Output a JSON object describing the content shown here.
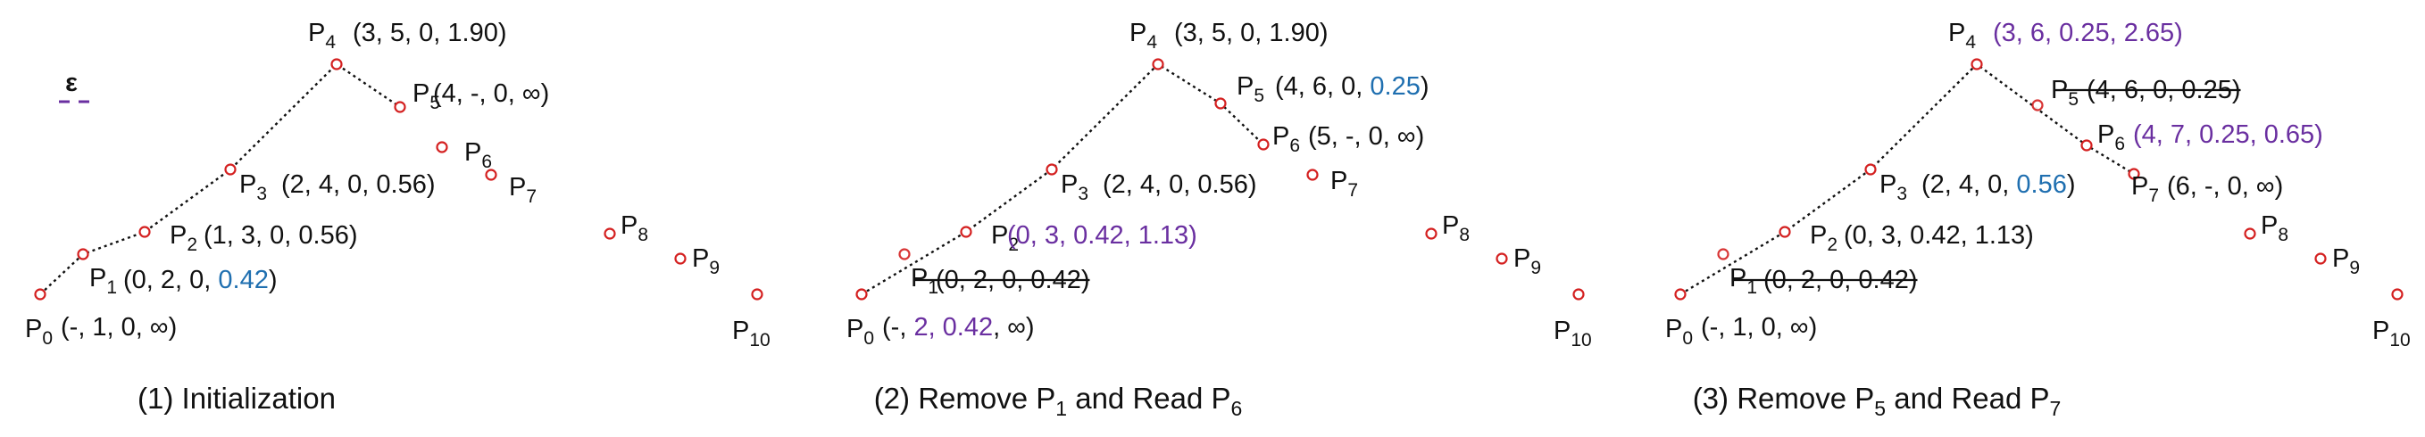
{
  "colors": {
    "black": "#111111",
    "blue": "#1f6fb0",
    "purple": "#6a2fa0",
    "point": "#d42020"
  },
  "epsilon_label": "ε",
  "panels": [
    {
      "caption": {
        "prefix": "(1) Initialization",
        "parts": []
      },
      "points": [
        {
          "name": "P",
          "sub": "0",
          "tuple": [
            {
              "t": "(-, 1, 0, ∞)",
              "c": "black"
            }
          ]
        },
        {
          "name": "P",
          "sub": "1",
          "tuple": [
            {
              "t": "(0, 2, 0, ",
              "c": "black"
            },
            {
              "t": "0.42",
              "c": "blue"
            },
            {
              "t": ")",
              "c": "black"
            }
          ]
        },
        {
          "name": "P",
          "sub": "2",
          "tuple": [
            {
              "t": "(1, 3, 0,  0.56)",
              "c": "black"
            }
          ]
        },
        {
          "name": "P",
          "sub": "3",
          "tuple": [
            {
              "t": "(2, 4, 0, 0.56)",
              "c": "black"
            }
          ]
        },
        {
          "name": "P",
          "sub": "4",
          "tuple": [
            {
              "t": "(3, 5, 0, 1.90)",
              "c": "black"
            }
          ]
        },
        {
          "name": "P",
          "sub": "5",
          "tuple": [
            {
              "t": "(4, -, 0, ∞)",
              "c": "black"
            }
          ]
        },
        {
          "name": "P",
          "sub": "6",
          "tuple": []
        },
        {
          "name": "P",
          "sub": "7",
          "tuple": []
        },
        {
          "name": "P",
          "sub": "8",
          "tuple": []
        },
        {
          "name": "P",
          "sub": "9",
          "tuple": []
        },
        {
          "name": "P",
          "sub": "10",
          "tuple": []
        }
      ]
    },
    {
      "caption": {
        "prefix": "(2) Remove P",
        "parts": [
          {
            "sub": "1",
            "t": " and Read P"
          },
          {
            "sub": "6",
            "t": ""
          }
        ]
      },
      "points": [
        {
          "name": "P",
          "sub": "0",
          "tuple": [
            {
              "t": "(-, ",
              "c": "black"
            },
            {
              "t": "2, 0.42",
              "c": "purple"
            },
            {
              "t": ", ∞)",
              "c": "black"
            }
          ]
        },
        {
          "name": "P",
          "sub": "1",
          "tuple": [
            {
              "t": "(0, 2, 0, 0.42)",
              "c": "black"
            }
          ],
          "removed": true
        },
        {
          "name": "P",
          "sub": "2",
          "tuple": [
            {
              "t": "(0, 3, 0.42, 1.13)",
              "c": "purple"
            }
          ]
        },
        {
          "name": "P",
          "sub": "3",
          "tuple": [
            {
              "t": "(2, 4, 0, 0.56)",
              "c": "black"
            }
          ]
        },
        {
          "name": "P",
          "sub": "4",
          "tuple": [
            {
              "t": "(3, 5, 0, 1.90)",
              "c": "black"
            }
          ]
        },
        {
          "name": "P",
          "sub": "5",
          "tuple": [
            {
              "t": "(4, 6, 0, ",
              "c": "black"
            },
            {
              "t": "0.25",
              "c": "blue"
            },
            {
              "t": ")",
              "c": "black"
            }
          ]
        },
        {
          "name": "P",
          "sub": "6",
          "tuple": [
            {
              "t": "(5, -, 0, ∞)",
              "c": "black"
            }
          ]
        },
        {
          "name": "P",
          "sub": "7",
          "tuple": []
        },
        {
          "name": "P",
          "sub": "8",
          "tuple": []
        },
        {
          "name": "P",
          "sub": "9",
          "tuple": []
        },
        {
          "name": "P",
          "sub": "10",
          "tuple": []
        }
      ]
    },
    {
      "caption": {
        "prefix": "(3) Remove P",
        "parts": [
          {
            "sub": "5",
            "t": " and Read P"
          },
          {
            "sub": "7",
            "t": ""
          }
        ]
      },
      "points": [
        {
          "name": "P",
          "sub": "0",
          "tuple": [
            {
              "t": "(-, 1, 0, ∞)",
              "c": "black"
            }
          ]
        },
        {
          "name": "P",
          "sub": "1",
          "tuple": [
            {
              "t": "(0, 2, 0, 0.42)",
              "c": "black"
            }
          ],
          "removed": true
        },
        {
          "name": "P",
          "sub": "2",
          "tuple": [
            {
              "t": "(0, 3, 0.42, 1.13)",
              "c": "black"
            }
          ]
        },
        {
          "name": "P",
          "sub": "3",
          "tuple": [
            {
              "t": "(2, 4, 0, ",
              "c": "black"
            },
            {
              "t": "0.56",
              "c": "blue"
            },
            {
              "t": ")",
              "c": "black"
            }
          ]
        },
        {
          "name": "P",
          "sub": "4",
          "tuple": [
            {
              "t": "(3, 6, 0.25, 2.65)",
              "c": "purple"
            }
          ]
        },
        {
          "name": "P",
          "sub": "5",
          "tuple": [
            {
              "t": "(4, 6, 0, 0.25)",
              "c": "black"
            }
          ],
          "removed": true
        },
        {
          "name": "P",
          "sub": "6",
          "tuple": [
            {
              "t": "(4, 7, 0.25, 0.65)",
              "c": "purple"
            }
          ]
        },
        {
          "name": "P",
          "sub": "7",
          "tuple": [
            {
              "t": "(6, -, 0, ∞)",
              "c": "black"
            }
          ]
        },
        {
          "name": "P",
          "sub": "8",
          "tuple": []
        },
        {
          "name": "P",
          "sub": "9",
          "tuple": []
        },
        {
          "name": "P",
          "sub": "10",
          "tuple": []
        }
      ]
    }
  ]
}
